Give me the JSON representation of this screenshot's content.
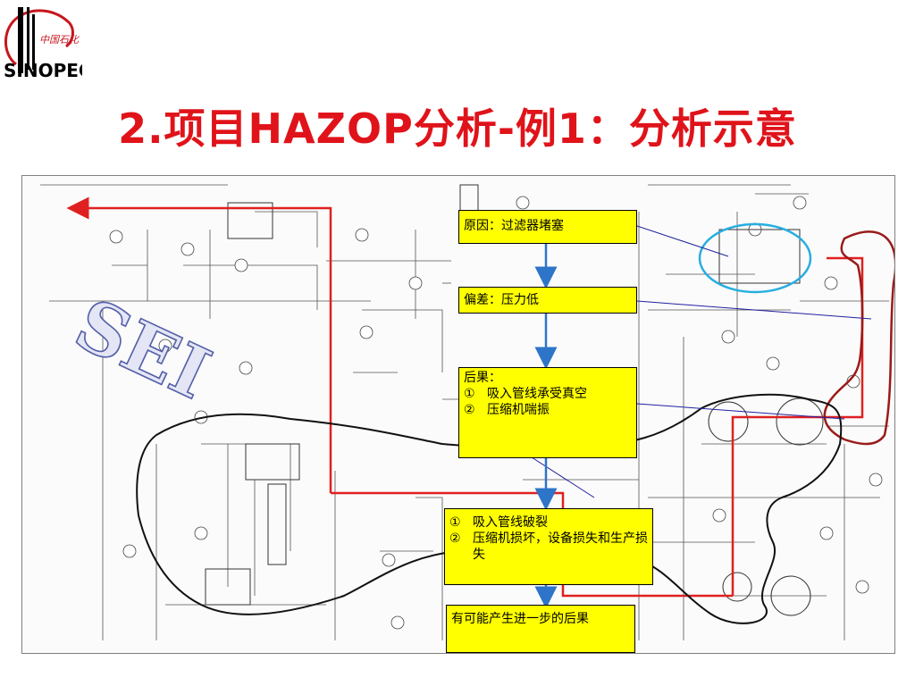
{
  "logo": {
    "brand_text": "中国石化",
    "wordmark": "SINOPEC",
    "color": "#c8161d"
  },
  "title": "2.项目HAZOP分析-例1：分析示意",
  "watermark": "SEI",
  "boxes": {
    "cause": "原因：过滤器堵塞",
    "deviation": "偏差：压力低",
    "consequence_title": "后果：",
    "consequence_items": [
      {
        "num": "①",
        "text": "吸入管线承受真空"
      },
      {
        "num": "②",
        "text": "压缩机喘振"
      }
    ],
    "outcome_items": [
      {
        "num": "①",
        "text": "吸入管线破裂"
      },
      {
        "num": "②",
        "text": "压缩机损坏，设备损失和生产损失"
      }
    ],
    "further": "有可能产生进一步的后果"
  },
  "colors": {
    "title": "#e0131a",
    "box_fill": "#ffff00",
    "flow_arrow": "#2e74c9",
    "red_line": "#e02020",
    "filter_circle": "#27aee0",
    "dark_red_loop": "#9a1a1a"
  }
}
